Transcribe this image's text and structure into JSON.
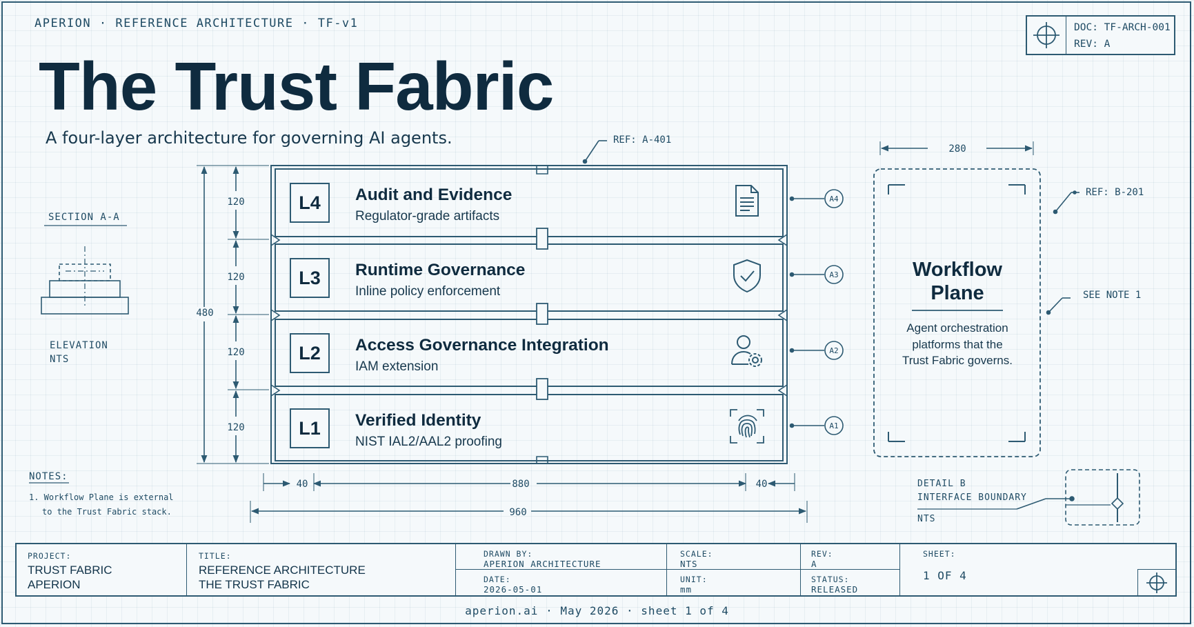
{
  "header": {
    "top_line": "APERION · REFERENCE ARCHITECTURE · TF-v1",
    "doc_id": "DOC: TF-ARCH-001",
    "rev": "REV: A",
    "title": "The Trust Fabric",
    "subtitle": "A four-layer architecture for governing AI agents."
  },
  "layers": [
    {
      "badge": "L4",
      "title": "Audit and Evidence",
      "subtitle": "Regulator-grade artifacts",
      "icon": "document-icon",
      "callout": "A4",
      "height_mm": "120"
    },
    {
      "badge": "L3",
      "title": "Runtime Governance",
      "subtitle": "Inline policy enforcement",
      "icon": "shield-check-icon",
      "callout": "A3",
      "height_mm": "120"
    },
    {
      "badge": "L2",
      "title": "Access Governance Integration",
      "subtitle": "IAM extension",
      "icon": "user-gear-icon",
      "callout": "A2",
      "height_mm": "120"
    },
    {
      "badge": "L1",
      "title": "Verified Identity",
      "subtitle": "NIST IAL2/AAL2 proofing",
      "icon": "fingerprint-icon",
      "callout": "A1",
      "height_mm": "120"
    }
  ],
  "dimensions": {
    "total_height": "480",
    "left_margin": "40",
    "inner_width": "880",
    "right_margin": "40",
    "total_width": "960",
    "workflow_width": "280"
  },
  "refs": {
    "stack_ref": "REF: A-401",
    "workflow_ref": "REF: B-201",
    "see_note": "SEE NOTE 1"
  },
  "section": {
    "title": "SECTION A-A",
    "caption_line1": "ELEVATION",
    "caption_line2": "NTS"
  },
  "notes": {
    "heading": "NOTES:",
    "line1": "1. Workflow Plane is external",
    "line2": "to the Trust Fabric stack."
  },
  "workflow": {
    "title_line1": "Workflow",
    "title_line2": "Plane",
    "desc_line1": "Agent orchestration",
    "desc_line2": "platforms that the",
    "desc_line3": "Trust Fabric governs."
  },
  "detail": {
    "line1": "DETAIL B",
    "line2": "INTERFACE BOUNDARY",
    "line3": "NTS"
  },
  "title_block": {
    "project_label": "PROJECT:",
    "project_line1": "TRUST FABRIC",
    "project_line2": "APERION",
    "title_label": "TITLE:",
    "title_line1": "REFERENCE ARCHITECTURE",
    "title_line2": "THE TRUST FABRIC",
    "drawn_label": "DRAWN BY:",
    "drawn_value": "APERION ARCHITECTURE",
    "date_label": "DATE:",
    "date_value": "2026-05-01",
    "scale_label": "SCALE:",
    "scale_value": "NTS",
    "unit_label": "UNIT:",
    "unit_value": "mm",
    "rev_label": "REV:",
    "rev_value": "A",
    "status_label": "STATUS:",
    "status_value": "RELEASED",
    "sheet_label": "SHEET:",
    "sheet_value": "1 OF 4"
  },
  "footer": "aperion.ai  ·  May 2026  ·  sheet 1 of 4",
  "colors": {
    "ink": "#2d5a72",
    "title": "#0f2b3f",
    "paper": "#f5f9fb"
  }
}
